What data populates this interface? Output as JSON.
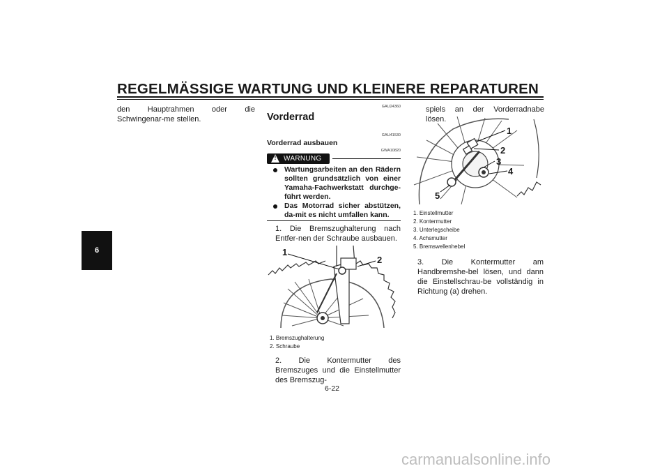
{
  "header": {
    "title": "REGELMÄSSIGE WARTUNG UND KLEINERE REPARATUREN"
  },
  "chapter_tab": "6",
  "left_column": {
    "text": "den Hauptrahmen oder die Schwingenar-me stellen."
  },
  "middle_column": {
    "code1": "GAU24360",
    "section_title": "Vorderrad",
    "code2": "GAU41530",
    "subsection_title": "Vorderrad ausbauen",
    "code3": "GWA10820",
    "warning_label": "WARNUNG",
    "warning_items": [
      "Wartungsarbeiten an den Rädern sollten grundsätzlich von einer Yamaha-Fachwerkstatt durchge-führt werden.",
      "Das Motorrad sicher abstützen, da-mit es nicht umfallen kann."
    ],
    "step1": "1. Die Bremszughalterung nach Entfer-nen der Schraube ausbauen.",
    "figure1": {
      "callouts": [
        "1",
        "2"
      ],
      "captions": [
        "1. Bremszughalterung",
        "2. Schraube"
      ]
    },
    "step2": "2. Die Kontermutter des Bremszuges und die Einstellmutter des Bremszug-"
  },
  "right_column": {
    "step2_cont": "spiels an der Vorderradnabe lösen.",
    "figure2": {
      "callouts": [
        "1",
        "2",
        "3",
        "4",
        "5"
      ],
      "captions": [
        "1. Einstellmutter",
        "2. Kontermutter",
        "3. Unterlegscheibe",
        "4. Achsmutter",
        "5. Bremswellenhebel"
      ]
    },
    "step3": "3. Die Kontermutter am Handbremshe-bel lösen, und dann die Einstellschrau-be vollständig in Richtung (a) drehen."
  },
  "footer": {
    "page_number": "6-22"
  },
  "watermark": "carmanualsonline.info"
}
